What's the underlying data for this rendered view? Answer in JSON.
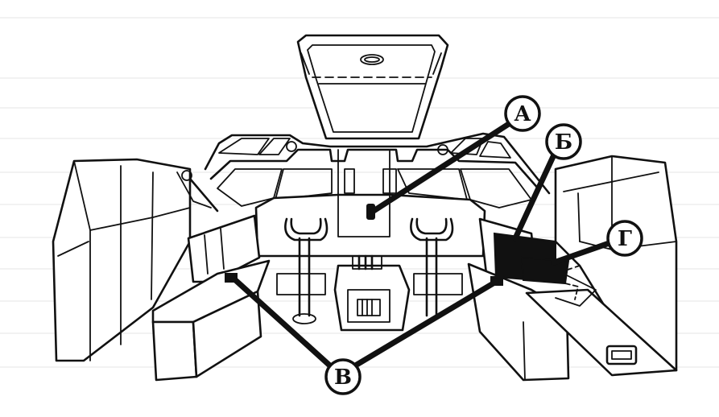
{
  "diagram": {
    "callouts": [
      {
        "id": "a",
        "label": "А"
      },
      {
        "id": "b",
        "label": "Б"
      },
      {
        "id": "g",
        "label": "Г"
      },
      {
        "id": "v",
        "label": "В"
      }
    ]
  }
}
